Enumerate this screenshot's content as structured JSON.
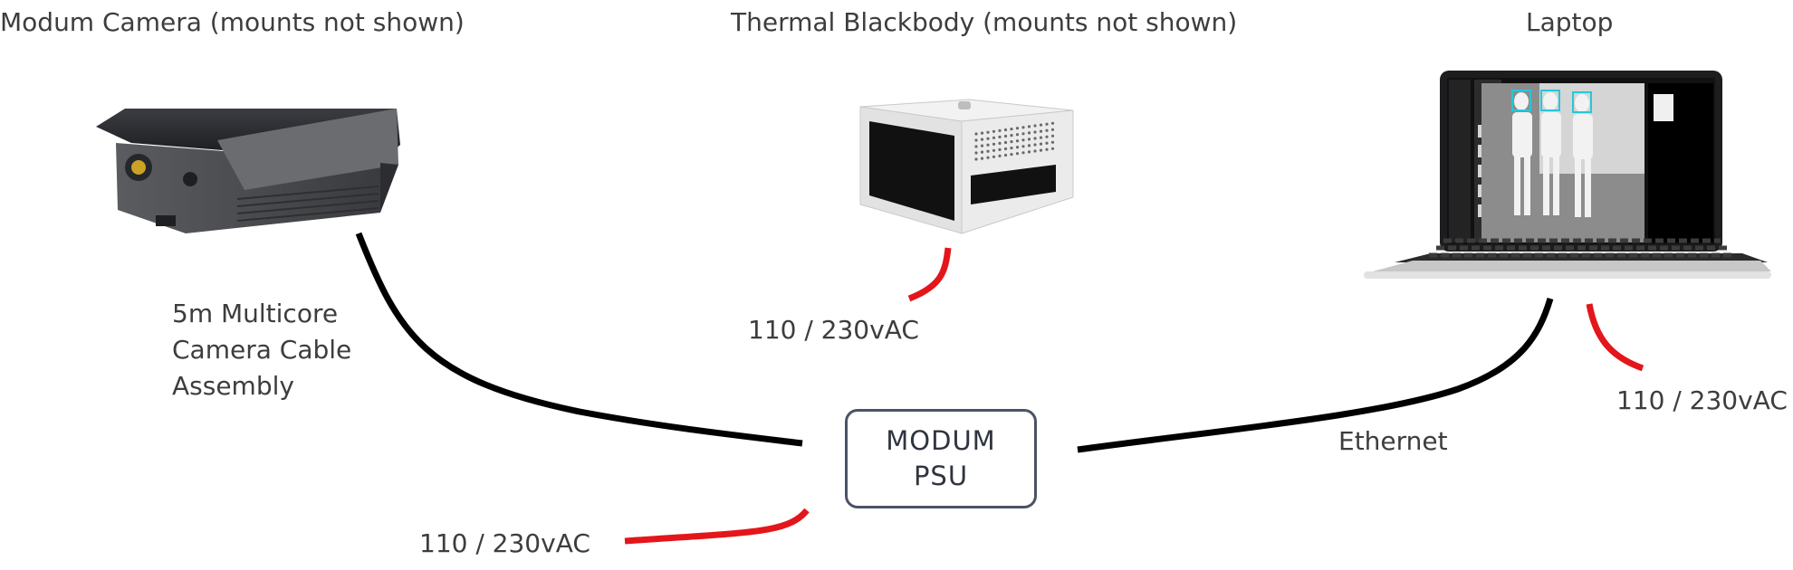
{
  "labels": {
    "camera_title": "Modum Camera (mounts not shown)",
    "blackbody_title": "Thermal Blackbody (mounts not shown)",
    "laptop_title": "Laptop",
    "cable_line1": "5m Multicore",
    "cable_line2": "Camera Cable",
    "cable_line3": "Assembly",
    "power_blackbody": "110 / 230vAC",
    "power_laptop": "110 / 230vAC",
    "power_psu": "110 / 230vAC",
    "ethernet": "Ethernet"
  },
  "psu": {
    "line1": "MODUM",
    "line2": "PSU"
  },
  "colors": {
    "data_cable": "#000000",
    "power_cable": "#e3161b",
    "psu_border": "#4b5466"
  },
  "icons": [
    "thermal-camera-icon",
    "blackbody-icon",
    "laptop-icon"
  ]
}
